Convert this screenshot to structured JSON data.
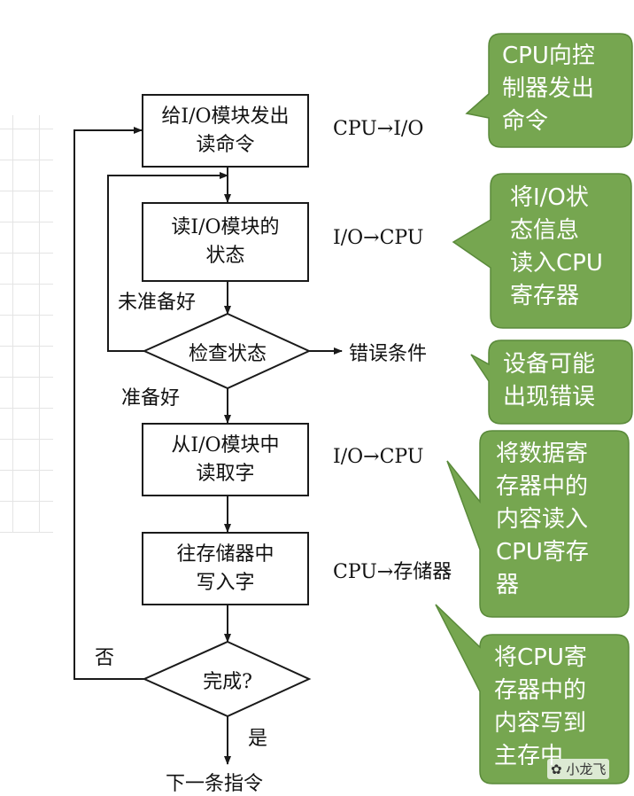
{
  "flowchart": {
    "step_send_command": [
      "给I/O模块发出",
      "读命令"
    ],
    "step_read_status": [
      "读I/O模块的",
      "状态"
    ],
    "decision_check": "检查状态",
    "label_not_ready": "未准备好",
    "label_error": "错误条件",
    "label_ready": "准备好",
    "step_read_word": [
      "从I/O模块中",
      "读取字"
    ],
    "step_write_memory": [
      "往存储器中",
      "写入字"
    ],
    "decision_done": "完成?",
    "label_no": "否",
    "label_yes": "是",
    "next_instruction": "下一条指令"
  },
  "transfers": {
    "t1": "CPU→I/O",
    "t2": "I/O→CPU",
    "t3": "I/O→CPU",
    "t4": "CPU→存储器"
  },
  "callouts": {
    "c1": "CPU向控\n制器发出\n命令",
    "c2": "将I/O状\n态信息\n读入CPU\n寄存器",
    "c3": "设备可能\n出现错误",
    "c4": "将数据寄\n存器中的\n内容读入\nCPU寄存\n器",
    "c5": "将CPU寄\n存器中的\n内容写到\n主存中"
  },
  "colors": {
    "callout_fill": "#76a650",
    "callout_stroke": "#5a8a3a",
    "line": "#1a1a1a"
  },
  "watermark": "小龙飞"
}
